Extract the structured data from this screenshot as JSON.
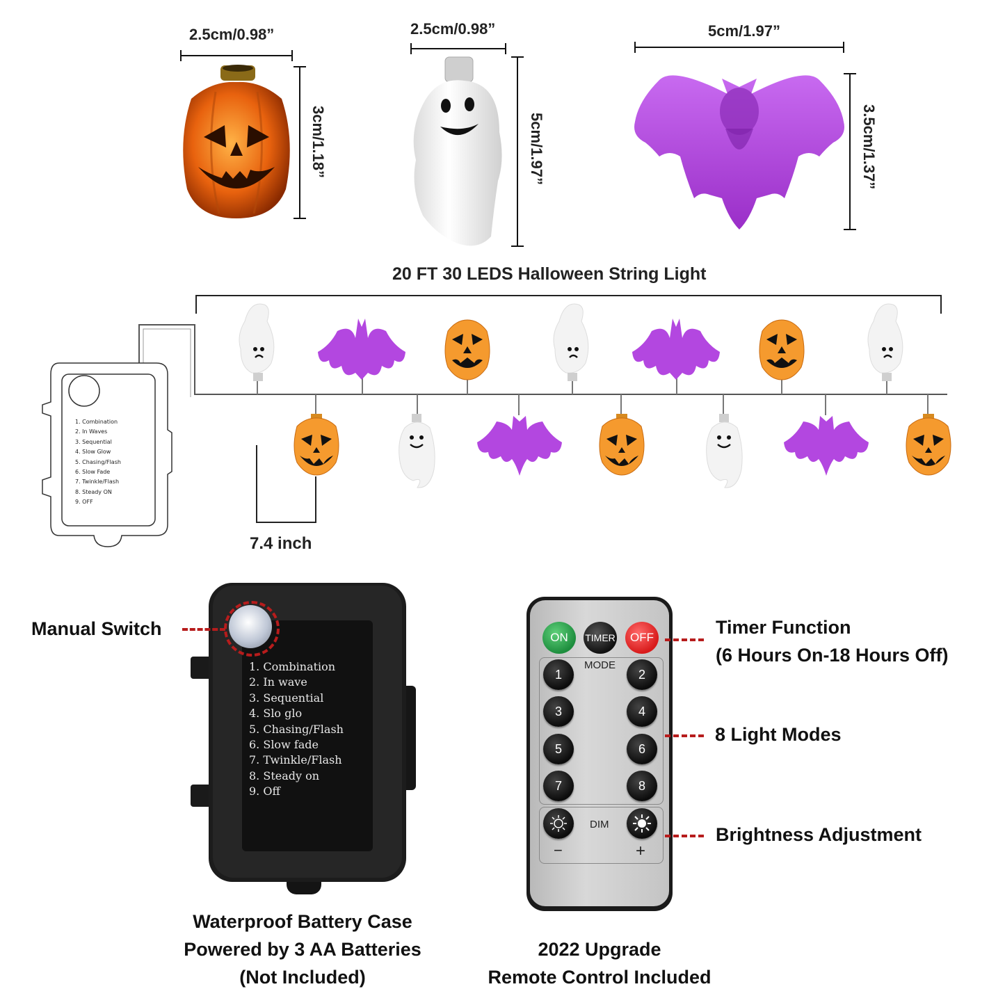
{
  "dimensions": {
    "pumpkin_width": "2.5cm/0.98”",
    "pumpkin_height": "3cm/1.18”",
    "ghost_width": "2.5cm/0.98”",
    "ghost_height": "5cm/1.97”",
    "bat_width": "5cm/1.97”",
    "bat_height": "3.5cm/1.37”",
    "spacing": "7.4 inch"
  },
  "string_title": "20 FT 30 LEDS Halloween String Light",
  "small_box_modes": [
    "1. Combination",
    "2. In Waves",
    "3. Sequential",
    "4. Slow Glow",
    "5. Chasing/Flash",
    "6. Slow Fade",
    "7. Twinkle/Flash",
    "8. Steady ON",
    "9. OFF"
  ],
  "battery_case": {
    "modes": [
      "1. Combination",
      "2. In wave",
      "3. Sequential",
      "4. Slo glo",
      "5. Chasing/Flash",
      "6. Slow fade",
      "7. Twinkle/Flash",
      "8. Steady on",
      "9. Off"
    ],
    "switch_label": "Manual Switch",
    "caption": [
      "Waterproof Battery Case",
      "Powered by 3 AA Batteries",
      "(Not Included)"
    ]
  },
  "remote": {
    "on": "ON",
    "timer": "TIMER",
    "off": "OFF",
    "mode": "MODE",
    "dim": "DIM",
    "minus": "−",
    "plus": "+",
    "numbers": [
      "1",
      "2",
      "3",
      "4",
      "5",
      "6",
      "7",
      "8"
    ],
    "caption": [
      "2022 Upgrade",
      "Remote Control Included"
    ]
  },
  "callouts": {
    "timer_line1": "Timer Function",
    "timer_line2": "(6 Hours On-18 Hours Off)",
    "modes": "8 Light Modes",
    "brightness": "Brightness Adjustment"
  },
  "colors": {
    "pumpkin": "#f59a2e",
    "bat": "#b347e0",
    "ghost": "#f4f4f4",
    "dashed_callout": "#b71c1c",
    "remote_on": "#1e8e3e",
    "remote_off": "#d81b1b"
  }
}
